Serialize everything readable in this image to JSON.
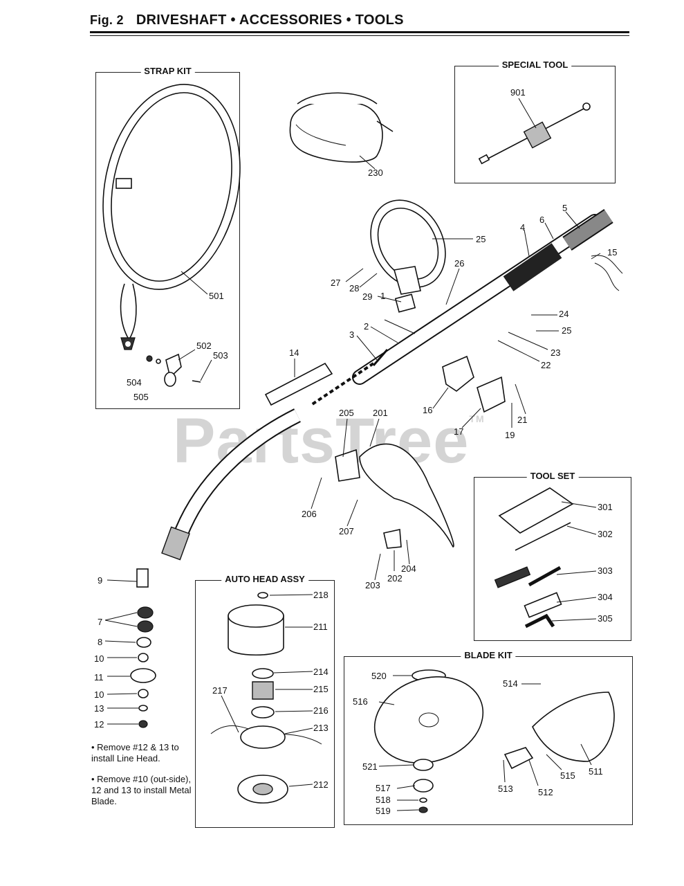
{
  "header": {
    "fig_label": "Fig. 2",
    "title": "DRIVESHAFT • ACCESSORIES • TOOLS"
  },
  "boxes": {
    "strap_kit": "STRAP KIT",
    "special_tool": "SPECIAL TOOL",
    "tool_set": "TOOL SET",
    "auto_head_assy": "AUTO HEAD ASSY",
    "blade_kit": "BLADE KIT"
  },
  "watermark": {
    "text": "PartsTree",
    "tm": "TM"
  },
  "notes": [
    "• Remove #12 & 13 to install Line Head.",
    "• Remove #10 (out-side), 12 and 13 to install Metal Blade."
  ],
  "part_numbers": {
    "p1": "1",
    "p2": "2",
    "p3": "3",
    "p4": "4",
    "p5": "5",
    "p6": "6",
    "p7": "7",
    "p8": "8",
    "p9": "9",
    "p10a": "10",
    "p10b": "10",
    "p11": "11",
    "p12": "12",
    "p13": "13",
    "p14": "14",
    "p15": "15",
    "p16": "16",
    "p17": "17",
    "p19": "19",
    "p21": "21",
    "p22": "22",
    "p23": "23",
    "p24": "24",
    "p25a": "25",
    "p25b": "25",
    "p26": "26",
    "p27": "27",
    "p28": "28",
    "p29": "29",
    "p201": "201",
    "p202": "202",
    "p203": "203",
    "p204": "204",
    "p205": "205",
    "p206": "206",
    "p207": "207",
    "p211": "211",
    "p212": "212",
    "p213": "213",
    "p214": "214",
    "p215": "215",
    "p216": "216",
    "p217": "217",
    "p218": "218",
    "p230": "230",
    "p301": "301",
    "p302": "302",
    "p303": "303",
    "p304": "304",
    "p305": "305",
    "p501": "501",
    "p502": "502",
    "p503": "503",
    "p504": "504",
    "p505": "505",
    "p511": "511",
    "p512": "512",
    "p513": "513",
    "p514": "514",
    "p515": "515",
    "p516": "516",
    "p517": "517",
    "p518": "518",
    "p519": "519",
    "p520": "520",
    "p521": "521",
    "p901": "901"
  }
}
